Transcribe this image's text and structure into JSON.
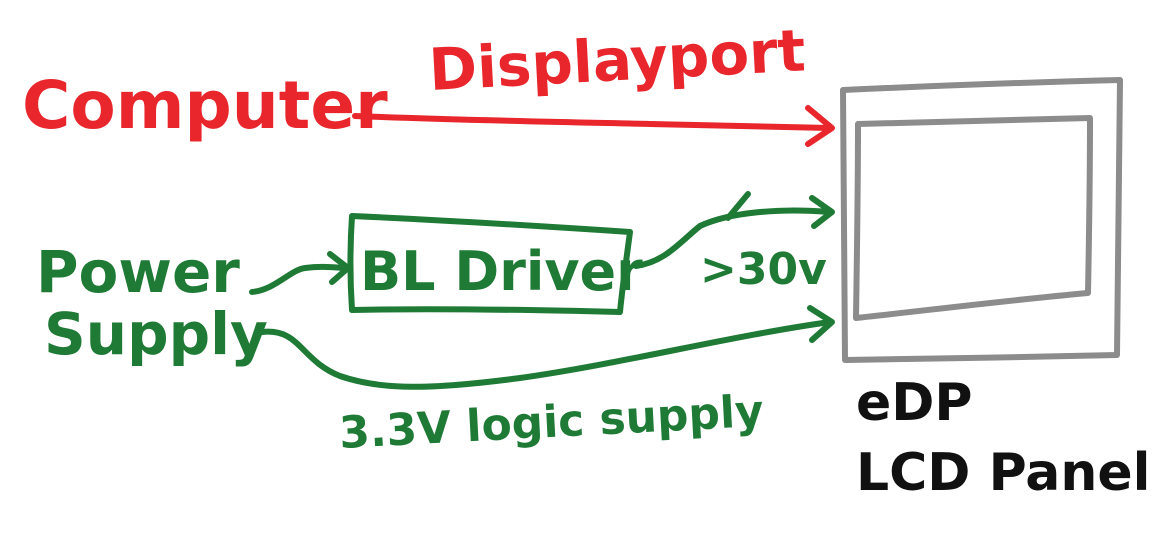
{
  "diagram": {
    "nodes": {
      "computer": "Computer",
      "power_supply_line1": "Power",
      "power_supply_line2": "Supply",
      "bl_driver": "BL Driver",
      "panel_line1": "eDP",
      "panel_line2": "LCD Panel"
    },
    "edges": {
      "displayport": "Displayport",
      "backlight_voltage": ">30v",
      "logic_supply": "3.3V logic supply"
    },
    "colors": {
      "signal": "#e8262c",
      "power": "#1f7a36",
      "panel_frame": "#8c8c8c",
      "panel_label": "#111111"
    }
  }
}
